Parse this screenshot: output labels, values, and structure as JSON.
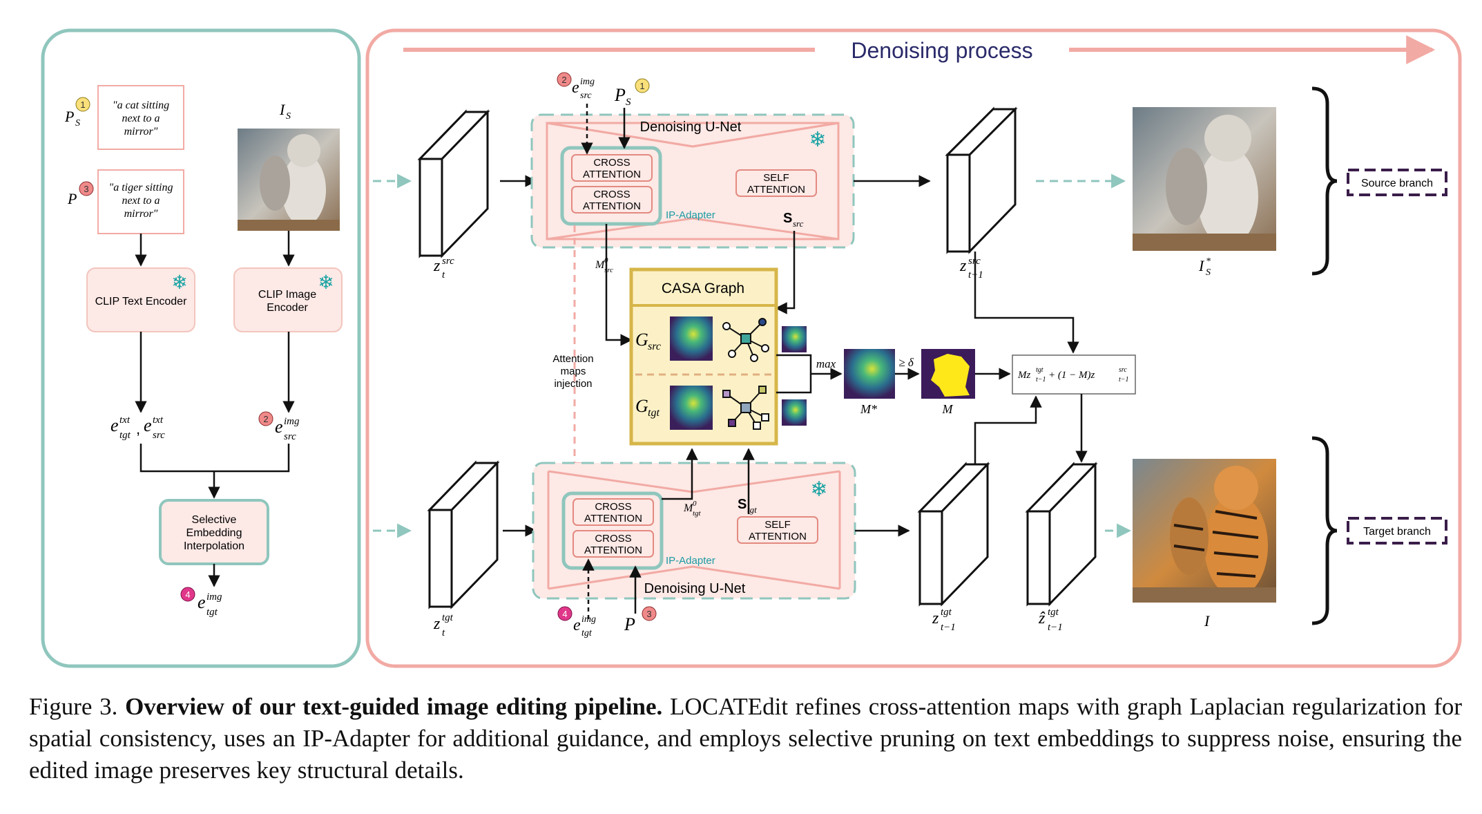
{
  "figure": {
    "denoising_label": "Denoising process",
    "left_panel": {
      "ps_label": "P",
      "ps_sub": "S",
      "p_label": "P",
      "prompt_src": [
        "\"a cat sitting",
        "next to a",
        "mirror\""
      ],
      "prompt_tgt": [
        "\"a tiger sitting",
        "next to a",
        "mirror\""
      ],
      "img_label": "I",
      "img_sub": "S",
      "clip_text": "CLIP Text Encoder",
      "clip_image": [
        "CLIP Image",
        "Encoder"
      ],
      "e_txt_label": "e",
      "e_txt_tgt_sub": "tgt",
      "e_txt_sup": "txt",
      "e_txt_src_sub": "src",
      "e_img_src_label": "e",
      "e_img_sup": "img",
      "e_img_src_sub": "src",
      "sei": [
        "Selective",
        "Embedding",
        "Interpolation"
      ],
      "e_img_tgt_label": "e",
      "e_img_tgt_sub": "tgt"
    },
    "badges": [
      "1",
      "2",
      "3",
      "4"
    ],
    "unet_top": {
      "title": "Denoising U-Net",
      "cross1": [
        "CROSS",
        "ATTENTION"
      ],
      "cross2": [
        "CROSS",
        "ATTENTION"
      ],
      "self": [
        "SELF",
        "ATTENTION"
      ],
      "ip": "IP-Adapter",
      "s_label": "S",
      "s_sub": "src",
      "m_label": "M",
      "m_sup": "0",
      "m_sub": "src"
    },
    "unet_bottom": {
      "title": "Denoising U-Net",
      "cross1": [
        "CROSS",
        "ATTENTION"
      ],
      "cross2": [
        "CROSS",
        "ATTENTION"
      ],
      "self": [
        "SELF",
        "ATTENTION"
      ],
      "ip": "IP-Adapter",
      "s_label": "S",
      "s_sub": "tgt",
      "m_label": "M",
      "m_sup": "0",
      "m_sub": "tgt"
    },
    "casa": {
      "title": "CASA Graph",
      "g_src": "G",
      "g_src_sub": "src",
      "g_tgt": "G",
      "g_tgt_sub": "tgt"
    },
    "injection": [
      "Attention",
      "maps",
      "injection"
    ],
    "latents": {
      "zt_src": "z",
      "zt_src_sub": "t",
      "zt_src_sup": "src",
      "zt1_src": "z",
      "zt1_src_sub": "t−1",
      "zt1_src_sup": "src",
      "zt_tgt": "z",
      "zt_tgt_sub": "t",
      "zt_tgt_sup": "tgt",
      "zt1_tgt": "z",
      "zt1_tgt_sub": "t−1",
      "zt1_tgt_sup": "tgt",
      "zhat_tgt": "ẑ",
      "zhat_tgt_sub": "t−1",
      "zhat_tgt_sup": "tgt"
    },
    "mask": {
      "max": "max",
      "geq": "≥ δ",
      "mstar": "M*",
      "m": "M",
      "blend": "Mz",
      "blend_tail": " + (1 − M)z"
    },
    "outputs": {
      "is_star": "I",
      "is_star_sub": "S",
      "is_star_sup": "*",
      "i": "I",
      "source_branch": "Source branch",
      "target_branch": "Target branch"
    }
  },
  "caption": {
    "prefix": "Figure 3.",
    "bold": "Overview of our text-guided image editing pipeline.",
    "body": "LOCATEdit refines cross-attention maps with graph Laplacian regularization for spatial consistency, uses an IP-Adapter for additional guidance, and employs selective pruning on text embeddings to suppress noise, ensuring the edited image preserves key structural details."
  },
  "colors": {
    "teal": "#8fc6bd",
    "salmon": "#f2aaa4",
    "pink_fill": "#fde9e6",
    "casa_border": "#d6b649",
    "casa_fill": "#fcf1c6",
    "dark_purple": "#3a1d4a",
    "badge_yellow": "#f9e07a",
    "badge_red": "#f08a8a",
    "badge_magenta": "#e0378a"
  }
}
